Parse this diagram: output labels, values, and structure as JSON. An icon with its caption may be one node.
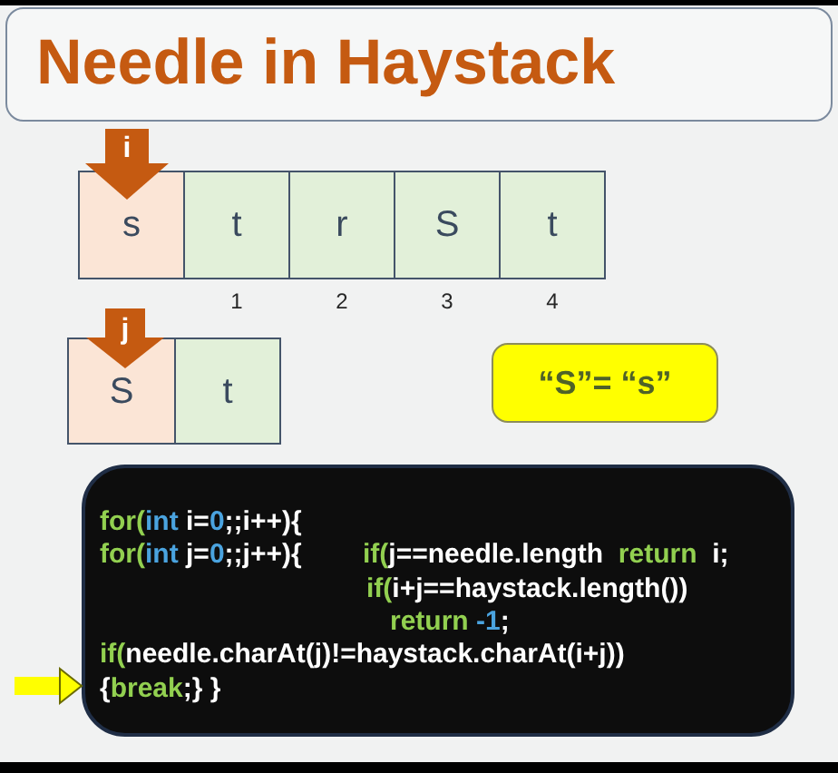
{
  "diagram": {
    "title": "Needle in Haystack",
    "nodes": [
      {
        "text": [
          "s"
        ]
      },
      {
        "text": [
          "t"
        ],
        "beside": [
          "1"
        ]
      },
      {
        "text": [
          "r"
        ],
        "beside": [
          "2"
        ]
      },
      {
        "text": [
          "S"
        ],
        "beside": [
          "3"
        ]
      },
      {
        "text": [
          "t"
        ],
        "beside": [
          "4"
        ]
      },
      {
        "text": [
          "S"
        ]
      },
      {
        "text": [
          "t"
        ]
      },
      {
        "text": [
          "“S”= “s”"
        ]
      },
      {
        "text": [
          "for(int i=0;;i++){",
          "for(int j=0;;j++){",
          "if(j==needle.length  return  i;",
          "if(i+j==haystack.length())",
          "return -1;",
          "if(needle.charAt(j)!=haystack.charAt(i+j))",
          "{break;} }"
        ]
      }
    ],
    "edges": [
      {
        "from": null,
        "to": 0,
        "arrow": "to",
        "label": "i"
      },
      {
        "from": null,
        "to": 5,
        "arrow": "to",
        "label": "j"
      },
      {
        "from": null,
        "to": 8,
        "arrow": "to",
        "color": "#ffff00"
      }
    ]
  }
}
